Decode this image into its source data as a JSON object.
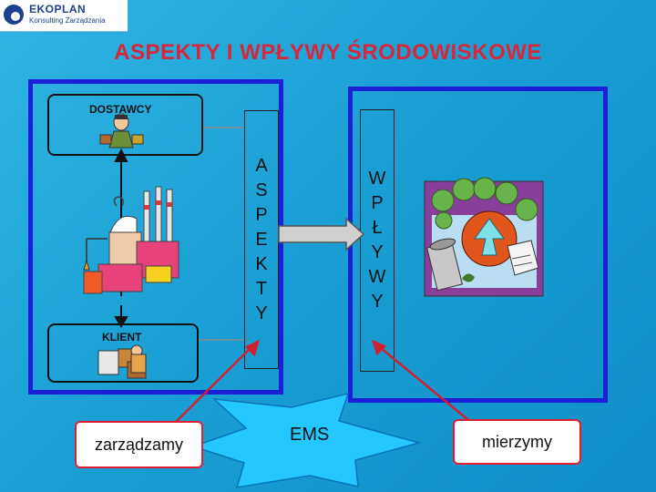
{
  "logo": {
    "name": "EKOPLAN",
    "subtitle": "Konsulting Zarządzania"
  },
  "title": "ASPEKTY I WPŁYWY ŚRODOWISKOWE",
  "left": {
    "supplier_label": "DOSTAWCY",
    "client_label": "KLIENT"
  },
  "aspects_letters": [
    "A",
    "S",
    "P",
    "E",
    "K",
    "T",
    "Y"
  ],
  "impacts_letters": [
    "W",
    "P",
    "Ł",
    "Y",
    "W",
    "Y"
  ],
  "callouts": {
    "manage": "zarządzamy",
    "ems": "EMS",
    "measure": "mierzymy"
  },
  "colors": {
    "background": "#1aa0d4",
    "title": "#d8263a",
    "panel_border": "#1d1ed8",
    "callout_border": "#e01e32",
    "ems_star": "#24c7ff"
  }
}
